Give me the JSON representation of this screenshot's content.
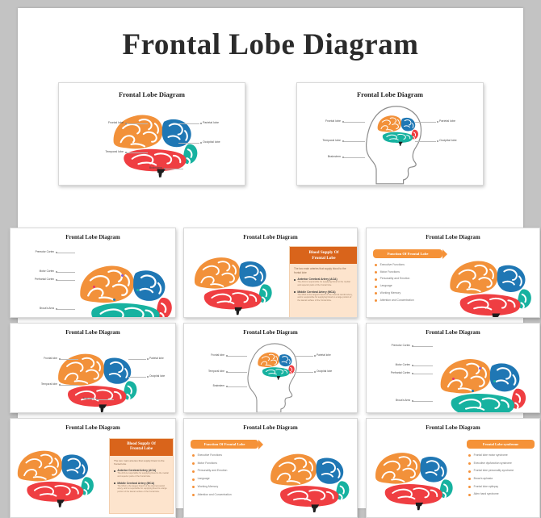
{
  "page": {
    "hero_title": "Frontal Lobe Diagram",
    "background_color": "#c3c3c3",
    "page_color": "#ffffff"
  },
  "colors": {
    "frontal_lobe": "#f2913a",
    "parietal_lobe": "#1f77b4",
    "occipital_lobe": "#17b2a0",
    "temporal_lobe": "#ef3e42",
    "brainstem": "#1c1c1c",
    "panel_header": "#d9641b",
    "panel_body": "#fde4cd",
    "tag_pill": "#f59238",
    "bullet_orange": "#f5913a"
  },
  "slide_title": "Frontal Lobe Diagram",
  "labels": {
    "frontal_lobe": "Frontal lobe",
    "parietal_lobe": "Parietal lobe",
    "temporal_lobe": "Temporal lobe",
    "occipital_lobe": "Occipital lobe",
    "brainstem": "Brainstem",
    "premotor_cortex": "Premotor Cortex",
    "motor_cortex": "Motor Cortex",
    "prefrontal_cortex": "Prefrontal Cortex",
    "brocas_area": "Broca's Area"
  },
  "blood_supply": {
    "heading_line1": "Blood Supply Of",
    "heading_line2": "Frontal Lobe",
    "intro": "The two main arteries that supply blood to the frontal lobe",
    "items": [
      {
        "title": "Anterior Cerebral Artery (ACA)",
        "body": "The ACA is responsible for supplying blood to the medial and superior parts of the frontal lobe."
      },
      {
        "title": "Middle Cerebral Artery (MCA)",
        "body": "The MCA is the largest branch of the internal carotid artery, and is responsible for supplying blood to a large portion of the lateral surface of the frontal lobe."
      }
    ]
  },
  "function_panel": {
    "heading": "Function Of Frontal Lobe",
    "items": [
      "Executive Functions",
      "Motor Functions",
      "Personality and Emotion",
      "Language",
      "Working Memory",
      "Attention and Concentration"
    ]
  },
  "syndrome_panel": {
    "heading": "Frontal Lobe syndrome",
    "items": [
      "Frontal lobe motor syndrome",
      "Executive dysfunction syndrome",
      "Frontal lobe personality syndrome",
      "Broca's aphasia",
      "Frontal lobe epilepsy",
      "Alien hand syndrome"
    ]
  },
  "slides": [
    {
      "id": "featured-left",
      "variant": "lobes",
      "title": "Frontal Lobe Diagram"
    },
    {
      "id": "featured-right",
      "variant": "head",
      "title": "Frontal Lobe Diagram"
    },
    {
      "id": "g-r1c1",
      "variant": "cortex",
      "title": "Frontal Lobe Diagram"
    },
    {
      "id": "g-r1c2",
      "variant": "blood",
      "title": "Frontal Lobe Diagram"
    },
    {
      "id": "g-r1c3",
      "variant": "function",
      "title": "Frontal Lobe Diagram"
    },
    {
      "id": "g-r2c1",
      "variant": "lobes",
      "title": "Frontal Lobe Diagram"
    },
    {
      "id": "g-r2c2",
      "variant": "head",
      "title": "Frontal Lobe Diagram"
    },
    {
      "id": "g-r2c3",
      "variant": "cortex",
      "title": "Frontal Lobe Diagram"
    },
    {
      "id": "g-r3c1",
      "variant": "blood",
      "title": "Frontal Lobe Diagram"
    },
    {
      "id": "g-r3c2",
      "variant": "function",
      "title": "Frontal Lobe Diagram"
    },
    {
      "id": "g-r3c3",
      "variant": "syndrome",
      "title": "Frontal Lobe Diagram"
    }
  ]
}
